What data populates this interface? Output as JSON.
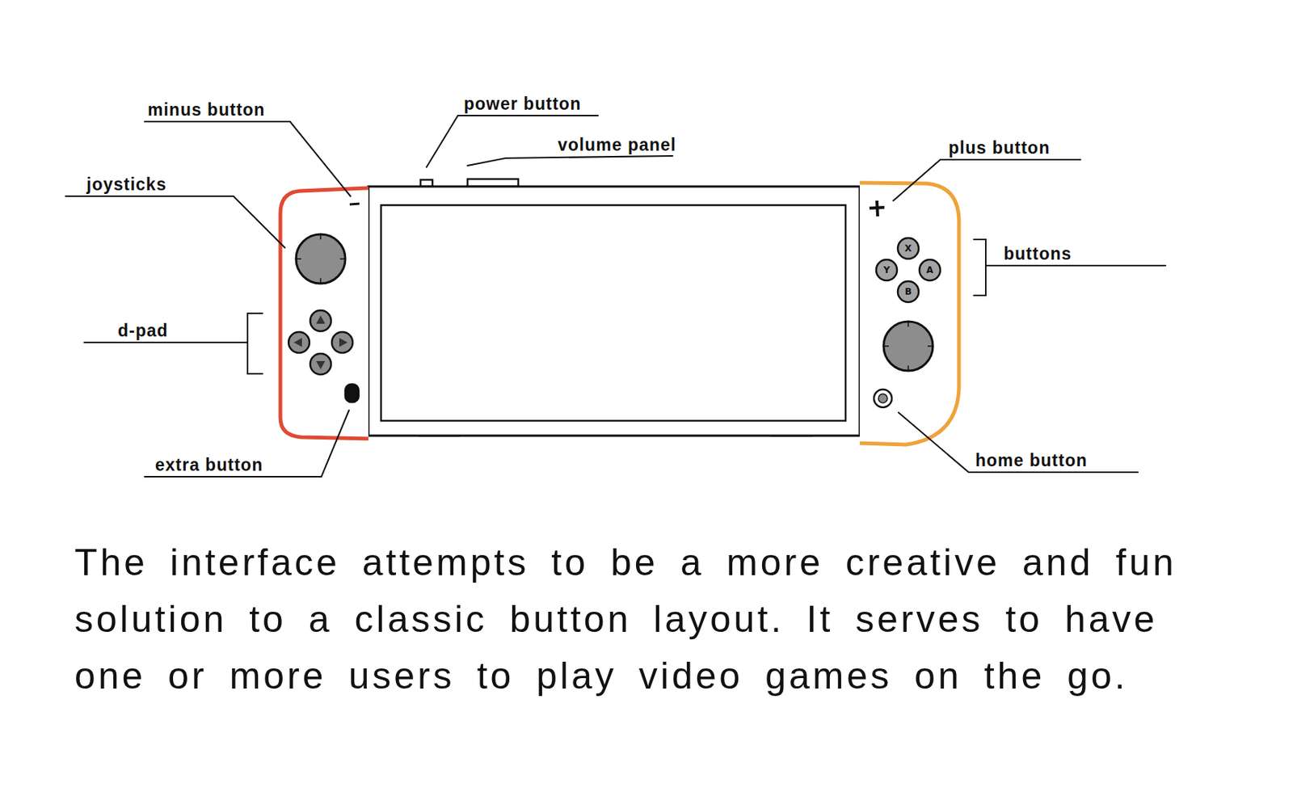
{
  "diagram": {
    "caption": "The interface attempts to be a more creative and fun solution to a classic button layout. It serves to have one or more users to play video games on the go.",
    "labels": [
      "minus button",
      "power button",
      "volume panel",
      "plus button",
      "joysticks",
      "buttons",
      "d-pad",
      "extra button",
      "home button",
      "X",
      "Y",
      "A",
      "B"
    ]
  }
}
